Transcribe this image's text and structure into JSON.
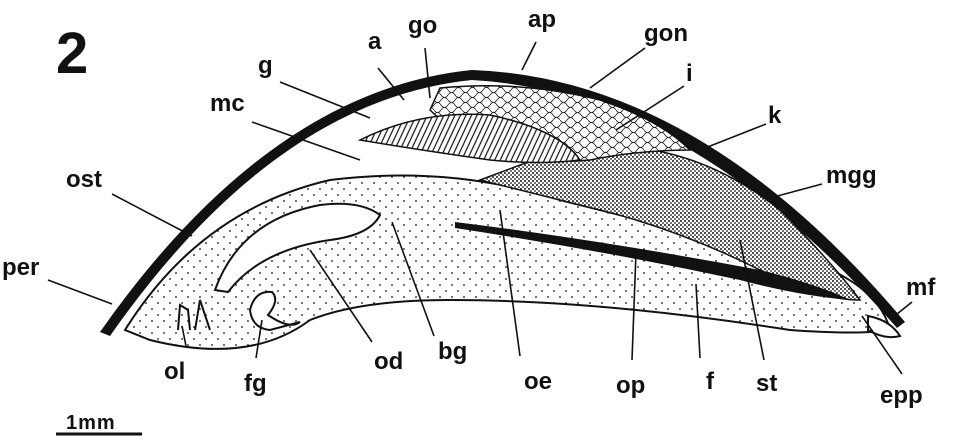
{
  "figure": {
    "number": "2",
    "scale_bar_label": "1mm",
    "labels": {
      "a": "a",
      "go": "go",
      "ap": "ap",
      "gon": "gon",
      "g": "g",
      "i": "i",
      "mc": "mc",
      "k": "k",
      "ost": "ost",
      "mgg": "mgg",
      "per": "per",
      "mf": "mf",
      "ol": "ol",
      "fg": "fg",
      "od": "od",
      "bg": "bg",
      "oe": "oe",
      "op": "op",
      "f": "f",
      "st": "st",
      "epp": "epp"
    }
  },
  "colors": {
    "ink": "#111111",
    "paper": "#ffffff"
  }
}
